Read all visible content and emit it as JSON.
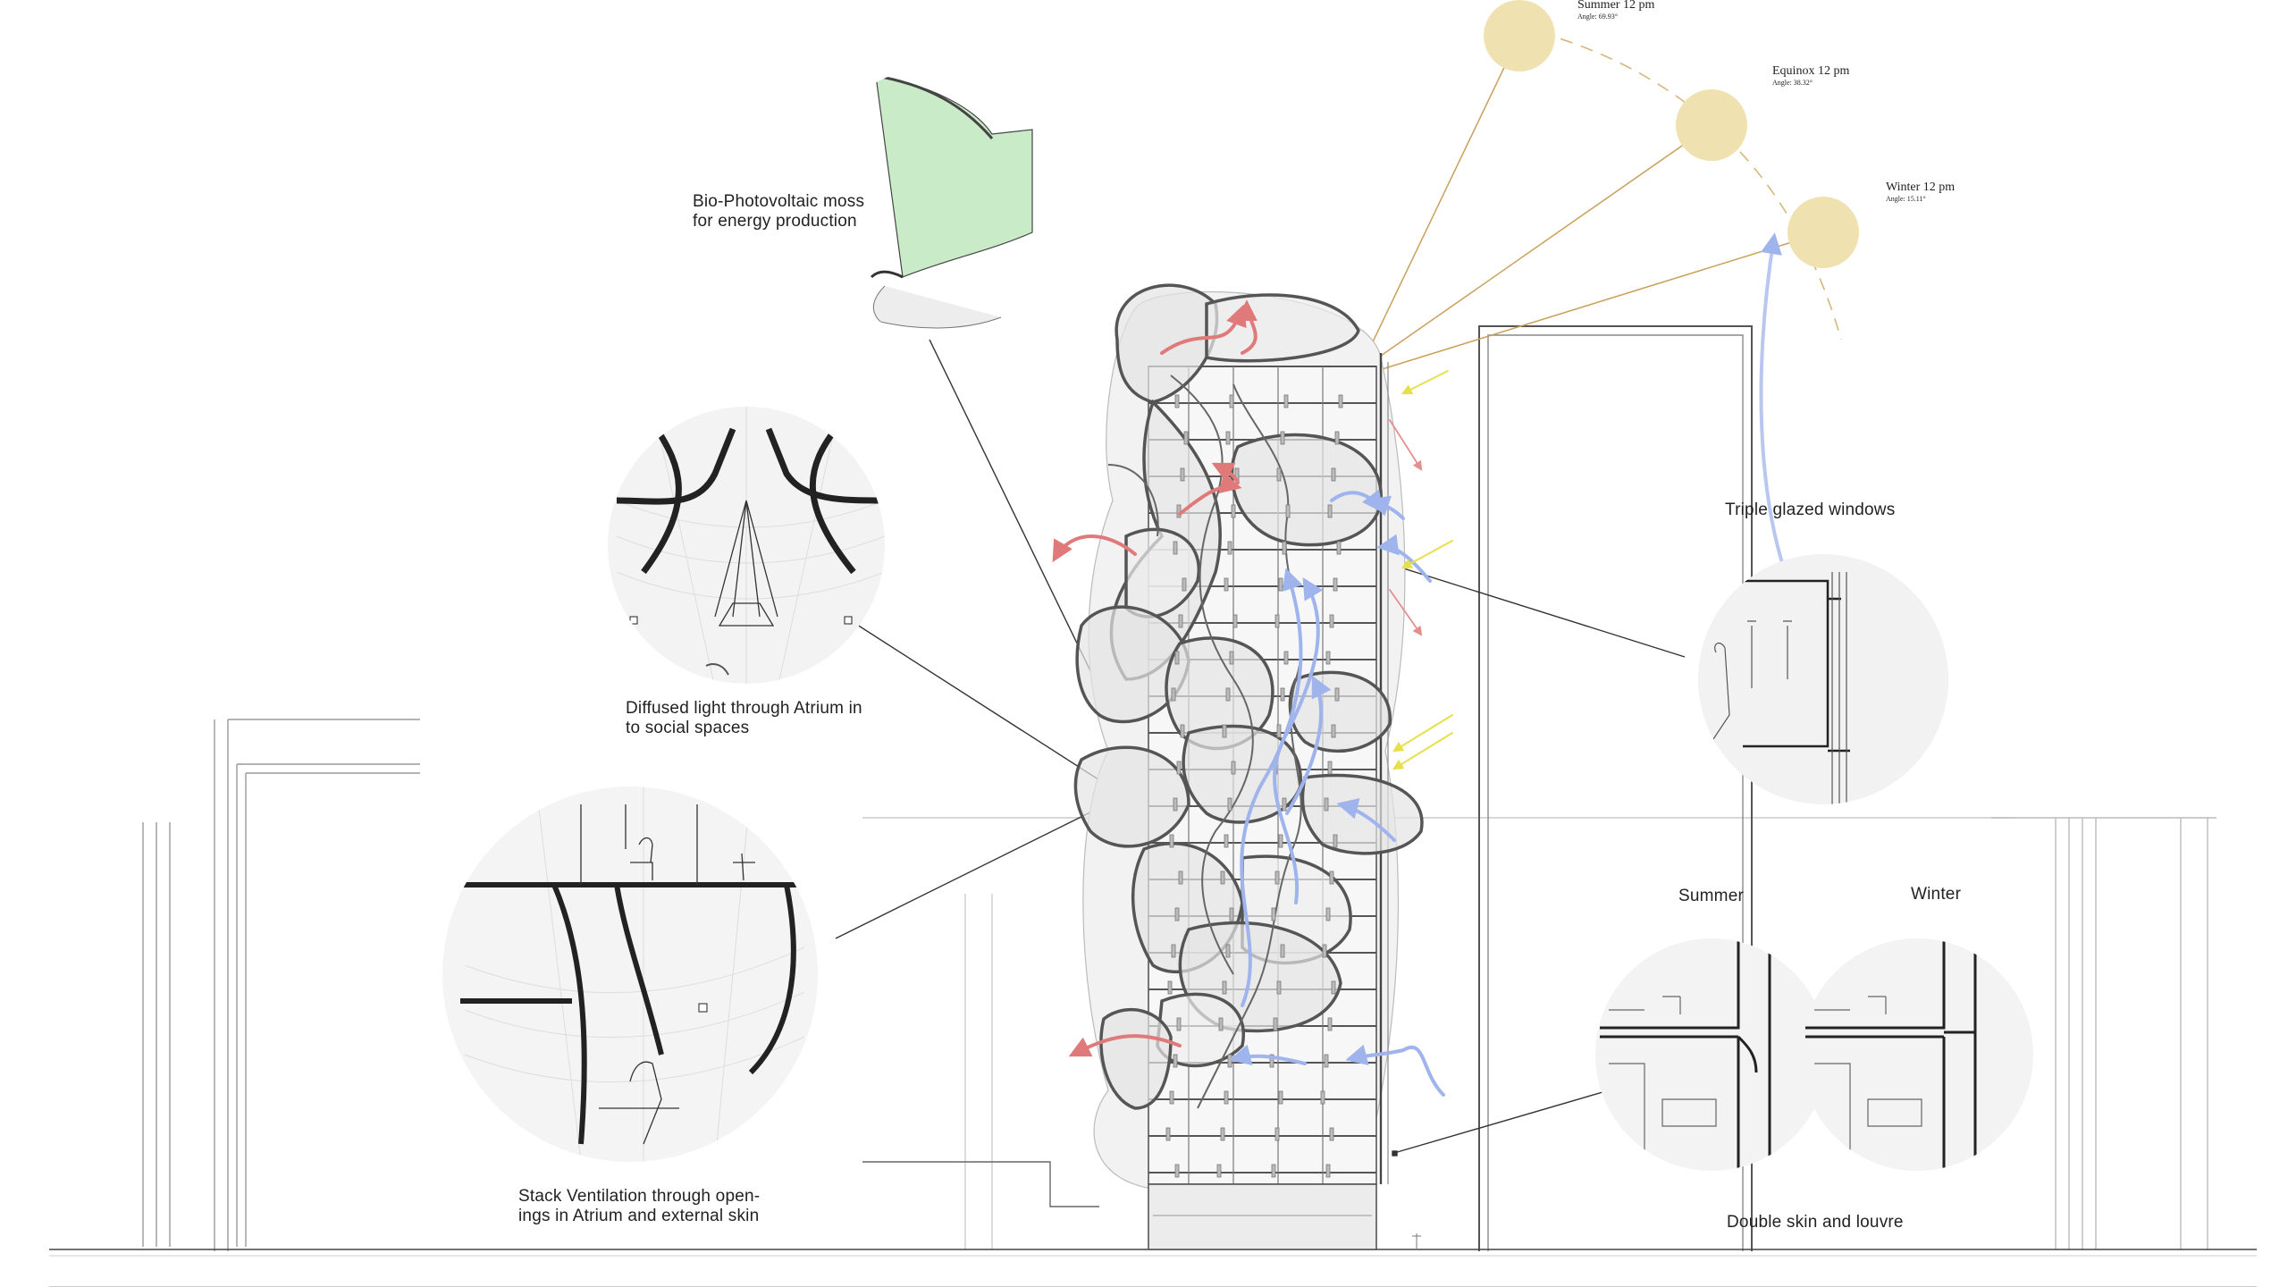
{
  "sun_positions": [
    {
      "title": "Summer 12 pm",
      "angle": "Angle: 69.93°"
    },
    {
      "title": "Equinox 12 pm",
      "angle": "Angle: 38.32°"
    },
    {
      "title": "Winter 12 pm",
      "angle": "Angle: 15.11°"
    }
  ],
  "annotations": {
    "moss": [
      "Bio-Photovoltaic moss",
      "for energy production"
    ],
    "atrium_light": [
      "Diffused light through Atrium  in",
      "to social spaces"
    ],
    "stack_ventilation": [
      "Stack Ventilation through open-",
      "ings in Atrium  and external skin"
    ],
    "triple_glazed": "Triple glazed windows",
    "summer": "Summer",
    "winter": "Winter",
    "double_skin": "Double skin and louvre"
  },
  "colors": {
    "sun_fill": "#efe2b0",
    "sun_ray": "#c9a15a",
    "warm_air": "#e07a7a",
    "cool_air": "#9fb4ec",
    "solar_arrow": "#e6e04a",
    "moss_green": "#c9ebc7",
    "line": "#444444"
  }
}
